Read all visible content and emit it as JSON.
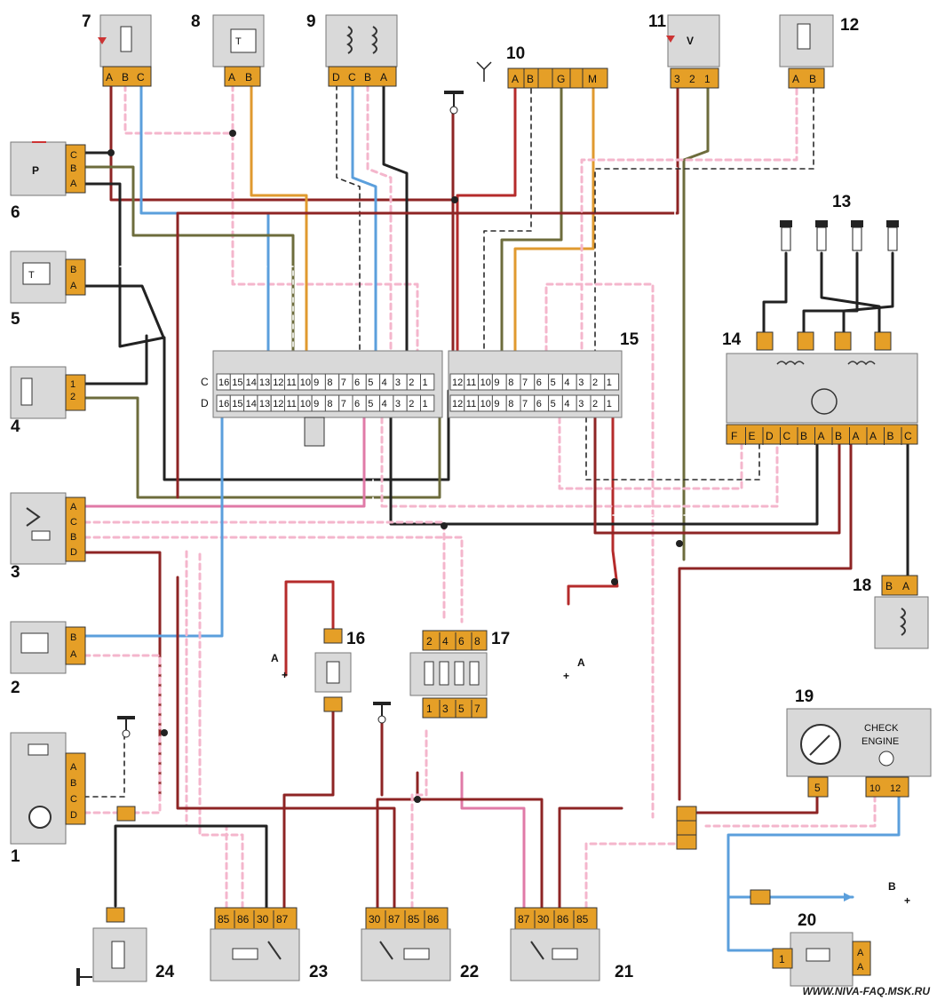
{
  "labels": {
    "c1": "1",
    "c2": "2",
    "c3": "3",
    "c4": "4",
    "c5": "5",
    "c6": "6",
    "c7": "7",
    "c8": "8",
    "c9": "9",
    "c10": "10",
    "c11": "11",
    "c12": "12",
    "c13": "13",
    "c14": "14",
    "c15": "15",
    "c16": "16",
    "c17": "17",
    "c18": "18",
    "c19": "19",
    "c20": "20",
    "c21": "21",
    "c22": "22",
    "c23": "23",
    "c24": "24"
  },
  "sensor6_text": "P",
  "sensor11_text": "V",
  "ecu_row_c": "C",
  "ecu_row_d": "D",
  "ecu_left_pins": [
    "16",
    "15",
    "14",
    "13",
    "12",
    "11",
    "10",
    "9",
    "8",
    "7",
    "6",
    "5",
    "4",
    "3",
    "2",
    "1"
  ],
  "ecu_right_pins": [
    "12",
    "11",
    "10",
    "9",
    "8",
    "7",
    "6",
    "5",
    "4",
    "3",
    "2",
    "1"
  ],
  "relay21_pins": [
    "87",
    "30",
    "86",
    "85"
  ],
  "relay22_pins": [
    "30",
    "87",
    "85",
    "86"
  ],
  "relay23_pins": [
    "85",
    "86",
    "30",
    "87"
  ],
  "fuse17_top": [
    "2",
    "4",
    "6",
    "8"
  ],
  "fuse17_bottom": [
    "1",
    "3",
    "5",
    "7"
  ],
  "pins_abc": [
    "A",
    "B",
    "C"
  ],
  "pins_ab": [
    "A",
    "B"
  ],
  "pins_ba": [
    "B",
    "A"
  ],
  "pins_cba": [
    "C",
    "B",
    "A"
  ],
  "pins_dcba": [
    "D",
    "C",
    "B",
    "A"
  ],
  "pins_dcb": [
    "D",
    "C",
    "B"
  ],
  "pins_dcba9": [
    "D",
    "C",
    "B",
    "A"
  ],
  "pins_123": [
    "1",
    "2",
    "3"
  ],
  "pins_321": [
    "3",
    "2",
    "1"
  ],
  "pins_10": [
    "A",
    "B",
    "G",
    "M"
  ],
  "pins_14": [
    "F",
    "E",
    "D",
    "C",
    "B",
    "A",
    "B",
    "A",
    "A",
    "B",
    "C"
  ],
  "pins_19a": "5",
  "pins_19b": [
    "10",
    "12"
  ],
  "pins_20": [
    "1",
    "A"
  ],
  "check_engine": [
    "CHECK",
    "ENGINE"
  ],
  "supply_a": "A",
  "supply_plus": "+",
  "supply_b": "B",
  "watermark": "WWW.NIVA-FAQ.MSK.RU",
  "colors": {
    "orange_terminal": "#e59f27",
    "component_gray": "#d9d9d9",
    "wire_red": "#b52b2b",
    "wire_blue": "#5b9fdc"
  }
}
